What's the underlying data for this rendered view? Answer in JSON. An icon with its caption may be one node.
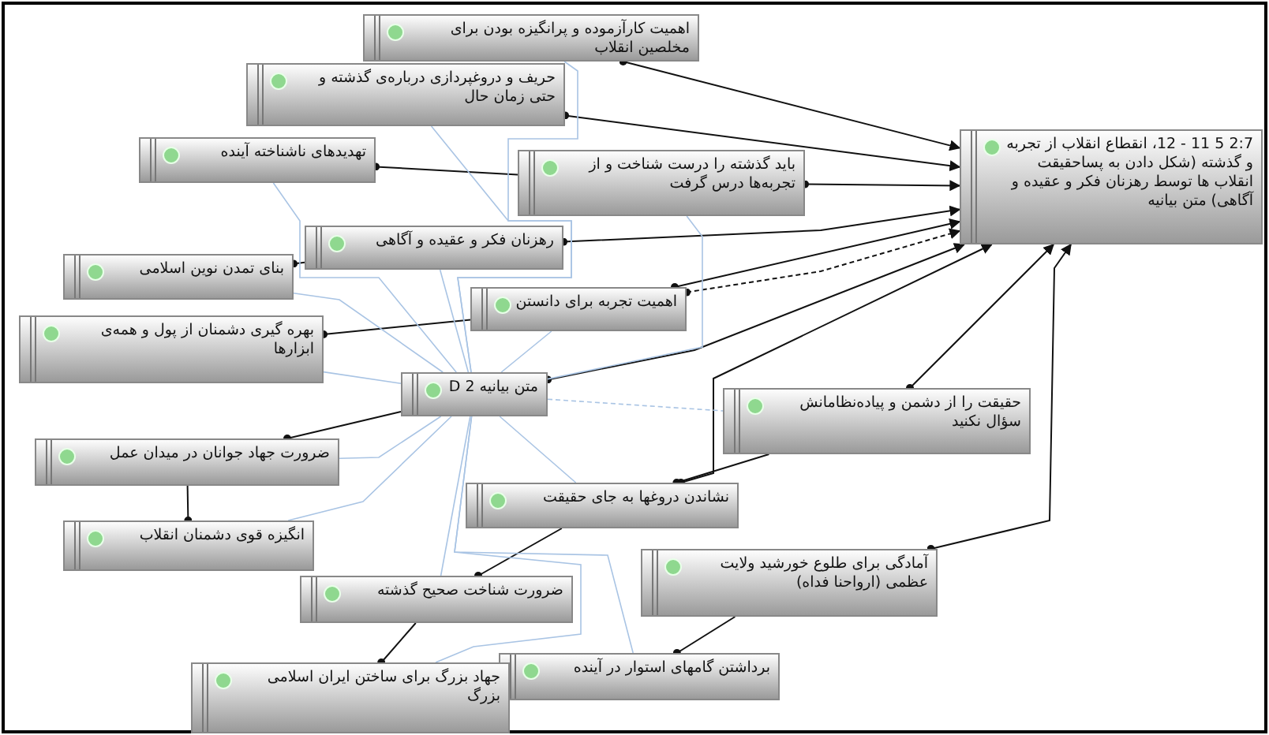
{
  "diagram": {
    "nodes": [
      {
        "text": [
          "اهمیت کارآزموده و پرانگیزه بودن برای مخلصین انقلاب"
        ]
      },
      {
        "text": [
          "حریف و دروغپردازی درباره‌ی گذشته و حتی زمان حال"
        ]
      },
      {
        "text": [
          "تهدیدهای ناشناخته آینده"
        ]
      },
      {
        "text": [
          "2:7 5 11 - 12، انقطاع انقلاب از تجربه و گذشته (شکل دادن به پساحقیقت انقلاب ها توسط رهزنان فکر و عقیده و آگاهی) متن بیانیه"
        ]
      },
      {
        "text": [
          "باید گذشته را درست شناخت و از تجربه‌ها درس گرفت"
        ]
      },
      {
        "text": [
          "رهزنان فکر و عقیده و آگاهی"
        ]
      },
      {
        "text": [
          "بنای تمدن نوین اسلامی"
        ]
      },
      {
        "text": [
          "اهمیت تجربه برای دانستن"
        ]
      },
      {
        "text": [
          "بهره گیری دشمنان از پول و همه‌ی ابزارها"
        ]
      },
      {
        "text": [
          "متن بیانیه D 2"
        ]
      },
      {
        "text": [
          "حقیقت را از دشمن و پیاده‌نظامانش سؤال نکنید"
        ]
      },
      {
        "text": [
          "ضرورت جهاد جوانان در میدان عمل"
        ]
      },
      {
        "text": [
          "نشاندن دروغها به جای حقیقت"
        ]
      },
      {
        "text": [
          "انگیزه قوی دشمنان انقلاب"
        ]
      },
      {
        "text": [
          "آمادگی برای طلوع خورشید ولایت عظمی (ارواحنا فداه)"
        ]
      },
      {
        "text": [
          "ضرورت شناخت صحیح گذشته"
        ]
      },
      {
        "text": [
          "برداشتن گامهای استوار در آینده"
        ]
      },
      {
        "text": [
          "جهاد بزرگ برای ساختن ایران اسلامی بزرگ"
        ]
      }
    ],
    "edges": [
      {
        "from": 0,
        "to": 3,
        "arrow": "to"
      },
      {
        "from": 1,
        "to": 3,
        "arrow": "to"
      },
      {
        "from": 4,
        "to": 3,
        "arrow": "to"
      },
      {
        "from": 5,
        "to": 3,
        "arrow": "to"
      },
      {
        "from": 7,
        "to": 3,
        "arrow": "to"
      },
      {
        "from": 7,
        "to": 3,
        "arrow": "to",
        "style": "dashed"
      },
      {
        "from": 9,
        "to": 3,
        "arrow": "to"
      },
      {
        "from": 10,
        "to": 3,
        "arrow": "to"
      },
      {
        "from": 12,
        "to": 3,
        "arrow": "to"
      },
      {
        "from": 14,
        "to": 3,
        "arrow": "to"
      },
      {
        "from": 2,
        "to": 4,
        "arrow": "other"
      },
      {
        "from": 6,
        "to": 5,
        "arrow": "other"
      },
      {
        "from": 8,
        "to": 7,
        "arrow": "other"
      },
      {
        "from": 11,
        "to": 9,
        "arrow": "other"
      },
      {
        "from": 12,
        "to": 10,
        "arrow": "other"
      },
      {
        "from": 13,
        "to": 11,
        "arrow": "other"
      },
      {
        "from": 15,
        "to": 12,
        "arrow": "other"
      },
      {
        "from": 17,
        "to": 15,
        "arrow": "other"
      },
      {
        "from": 16,
        "to": 14,
        "arrow": "other"
      },
      {
        "from": 9,
        "to": 0,
        "arrow": "none",
        "color": "#a9c4e4"
      },
      {
        "from": 9,
        "to": 1,
        "arrow": "none",
        "color": "#a9c4e4"
      },
      {
        "from": 9,
        "to": 2,
        "arrow": "none",
        "color": "#a9c4e4"
      },
      {
        "from": 9,
        "to": 4,
        "arrow": "none",
        "color": "#a9c4e4"
      },
      {
        "from": 9,
        "to": 5,
        "arrow": "none",
        "color": "#a9c4e4"
      },
      {
        "from": 9,
        "to": 6,
        "arrow": "none",
        "color": "#a9c4e4"
      },
      {
        "from": 9,
        "to": 7,
        "arrow": "none",
        "color": "#a9c4e4"
      },
      {
        "from": 9,
        "to": 8,
        "arrow": "none",
        "color": "#a9c4e4"
      },
      {
        "from": 9,
        "to": 10,
        "arrow": "none",
        "color": "#a9c4e4",
        "style": "dashed"
      },
      {
        "from": 9,
        "to": 11,
        "arrow": "none",
        "color": "#a9c4e4"
      },
      {
        "from": 9,
        "to": 12,
        "arrow": "none",
        "color": "#a9c4e4"
      },
      {
        "from": 9,
        "to": 13,
        "arrow": "none",
        "color": "#a9c4e4"
      },
      {
        "from": 9,
        "to": 15,
        "arrow": "none",
        "color": "#a9c4e4"
      },
      {
        "from": 9,
        "to": 16,
        "arrow": "none",
        "color": "#a9c4e4"
      },
      {
        "from": 9,
        "to": 17,
        "arrow": "none",
        "color": "#a9c4e4"
      }
    ]
  }
}
